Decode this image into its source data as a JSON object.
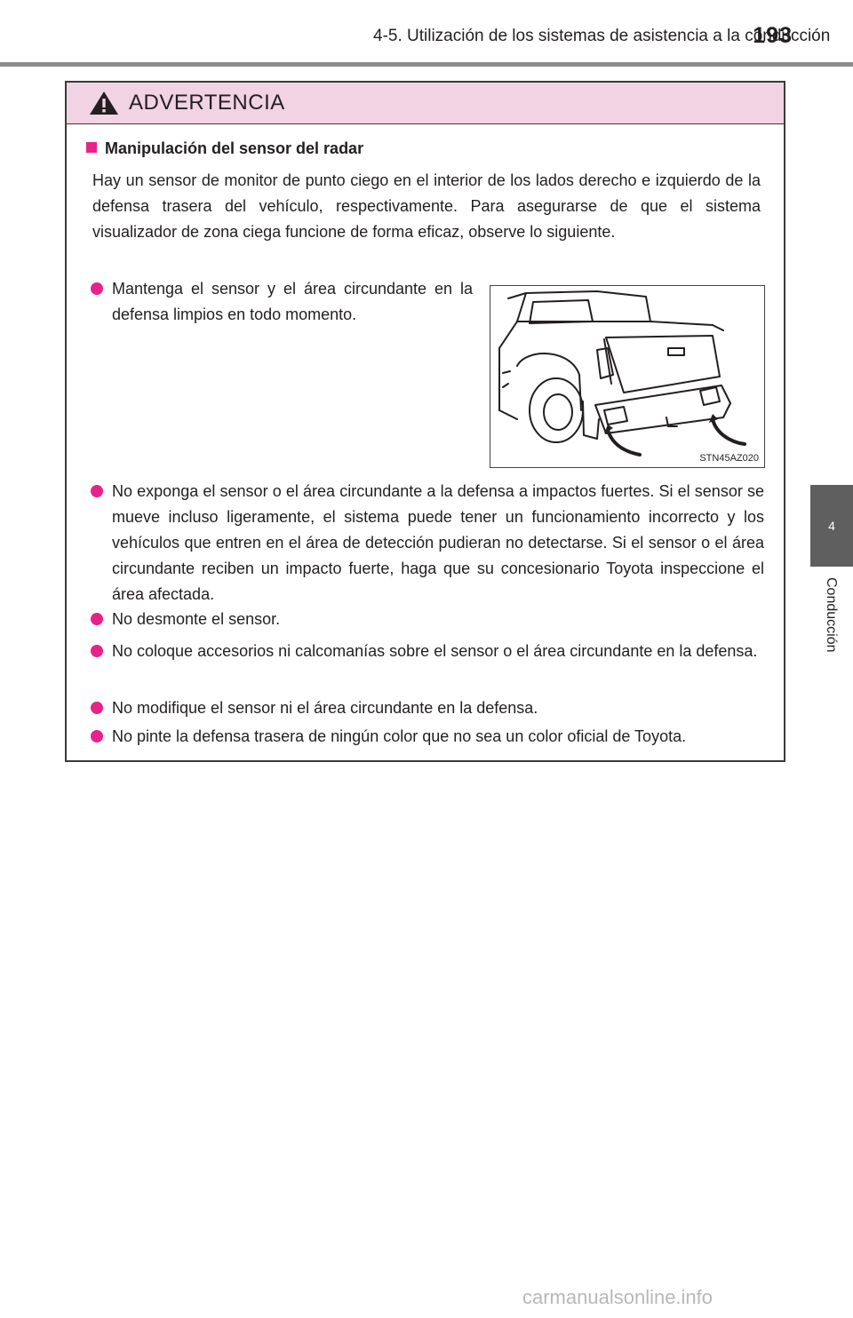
{
  "header": {
    "title": "4-5. Utilización de los sistemas de asistencia a la conducción",
    "page_number": "193"
  },
  "side_tab": {
    "number": "4",
    "label": "Conducción"
  },
  "warning": {
    "title": "ADVERTENCIA",
    "section_title": "Manipulación del sensor del radar",
    "intro": "Hay un sensor de monitor de punto ciego en el interior de los lados derecho e izquierdo de la defensa trasera del vehículo, respectivamente. Para asegurarse de que el sistema visualizador de zona ciega funcione de forma eficaz, observe lo siguiente.",
    "bullets": [
      "Mantenga el sensor y el área circundante en la defensa limpios en todo momento.",
      "No exponga el sensor o el área circundante a la defensa a impactos fuertes. Si el sensor se mueve incluso ligeramente, el sistema puede tener un funcionamiento incorrecto y los vehículos que entren en el área de detección pudieran no detectarse. Si el sensor o el área circundante reciben un impacto fuerte, haga que su concesionario Toyota inspeccione el área afectada.",
      "No desmonte el sensor.",
      "No coloque accesorios ni calcomanías sobre el sensor o el área circundante en la defensa.",
      "No modifique el sensor ni el área circundante en la defensa.",
      "No pinte la defensa trasera de ningún color que no sea un color oficial de Toyota."
    ],
    "figure_code": "STN45AZ020"
  },
  "watermark": "carmanualsonline.info",
  "colors": {
    "accent": "#e8228b",
    "header_bg": "#f1d3e3",
    "tab_bg": "#5f5f5f"
  }
}
